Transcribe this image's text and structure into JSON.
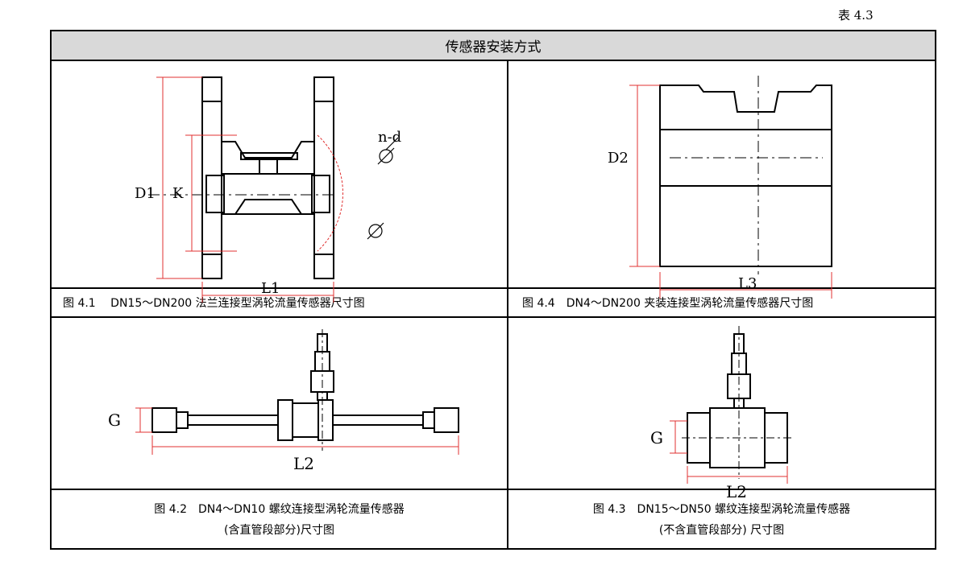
{
  "table_label": "表 4.3",
  "title": "传感器安装方式",
  "figures": [
    {
      "caption": "图 4.1　 DN15～DN200 法兰连接型涡轮流量传感器尺寸图",
      "labels": {
        "d1": "D1",
        "k": "K",
        "nd": "n-d",
        "l1": "L1"
      }
    },
    {
      "caption": "图 4.4　DN4～DN200 夹装连接型涡轮流量传感器尺寸图",
      "labels": {
        "d2": "D2",
        "l3": "L3"
      }
    },
    {
      "caption_line1": "图 4.2　DN4～DN10 螺纹连接型涡轮流量传感器",
      "caption_line2": "(含直管段部分)尺寸图",
      "labels": {
        "g": "G",
        "l2": "L2"
      }
    },
    {
      "caption_line1": "图 4.3　DN15～DN50 螺纹连接型涡轮流量传感器",
      "caption_line2": "(不含直管段部分) 尺寸图",
      "labels": {
        "g": "G",
        "l2": "L2"
      }
    }
  ],
  "colors": {
    "dimension": "#e03030",
    "title_bg": "#d9d9d9"
  }
}
